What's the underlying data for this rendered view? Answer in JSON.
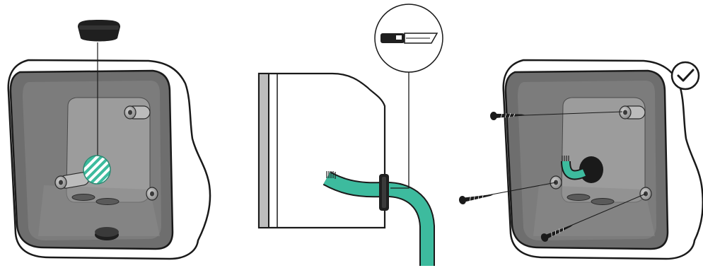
{
  "colors": {
    "outline": "#1a1a1a",
    "housing": "#ffffff",
    "cavity": "#707070",
    "cavity_inner": "#8c8c8c",
    "cavity_back": "#9a9a9a",
    "cable": "#3dbb9e",
    "cable_dark": "#2a8a72",
    "grommet": "#222222",
    "check": "#1a1a1a",
    "panel_side": "#bdbdbd"
  },
  "steps": [
    {
      "id": "step-1",
      "icons": [
        "grommet-icon",
        "hatched-hole-icon",
        "grommet-icon"
      ]
    },
    {
      "id": "step-2",
      "icons": [
        "utility-knife-icon",
        "cable-icon",
        "grommet-icon"
      ]
    },
    {
      "id": "step-3",
      "icons": [
        "screw-icon",
        "cable-icon",
        "check-icon"
      ]
    }
  ]
}
